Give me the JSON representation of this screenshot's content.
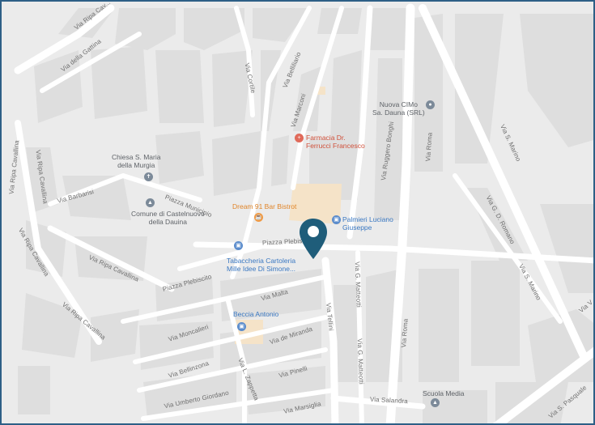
{
  "streets": {
    "via_ripa_cavallina_top": "Via Ripa Cav...",
    "via_della_gattina": "Via della Gattina",
    "via_cortile": "Via Cortile",
    "via_belliliario": "Via Belliliario",
    "via_marconi": "Via Marconi",
    "via_ruggero_bonghi": "Via Ruggero Bonghi",
    "via_roma_top": "Via Roma",
    "via_s_marino_top": "Via S. Marino",
    "via_g_d_romano": "Via G. D. Romano",
    "via_s_marino_right": "Via S. Marino",
    "via_ripa_cavallina_left1": "Via Ripa Cavallina",
    "via_ripa_cavallina_left2": "Via Ripa Cavallina",
    "via_ripa_cavallina_left3": "Via Ripa Cavallina",
    "via_ripa_cavallina_left4": "Via Ripa Cavallina",
    "via_barbarisi": "Via Barbarisi",
    "piazza_municipio": "Piazza Municipio",
    "via_ripa_cavallina_mid": "Via Ripa Cavallina",
    "piazza_plebiscito_1": "Piazza Plebiscito",
    "piazza_plebiscito_2": "Piazza Plebiscito",
    "via_malta": "Via Malta",
    "via_moncalieri": "Via Moncalieri",
    "via_de_miranda": "Via de Miranda",
    "via_bellinzona": "Via Bellinzona",
    "via_pinelli": "Via Pinelli",
    "via_l_zappetta": "Via L. Zappetta",
    "via_umberto_giordano": "Via Umberto Giordano",
    "via_marsiglia": "Via Marsiglia",
    "via_tellini": "Via Tellini",
    "via_g_matteotti_1": "Via G. Matteotti",
    "via_g_matteotti_2": "Via G. Matteotti",
    "via_roma_bottom": "Via Roma",
    "via_salandra": "Via Salandra",
    "via_s_pasquale": "Via S. Pasquale",
    "via_v": "Via V"
  },
  "pois": {
    "nuova_cimo": {
      "name": "Nuova CIMo\nSa. Dauna (SRL)",
      "icon": "map-marker-icon"
    },
    "farmacia": {
      "name": "Farmacia Dr.\nFerrucci Francesco",
      "icon": "pharmacy-icon"
    },
    "chiesa": {
      "name": "Chiesa S. Maria\ndella Murgia",
      "icon": "church-icon"
    },
    "comune": {
      "name": "Comune di Castelnuovo\ndella Dauina",
      "icon": "government-icon"
    },
    "dream91": {
      "name": "Dream 91 Bar Bistrot",
      "icon": "cafe-icon"
    },
    "palmieri": {
      "name": "Palmieri Luciano\nGiuseppe",
      "icon": "shop-icon"
    },
    "tabaccheria": {
      "name": "Tabaccheria Cartoleria\nMille Idee Di Simone...",
      "icon": "shop-icon"
    },
    "beccia": {
      "name": "Beccia Antonio",
      "icon": "shop-icon"
    },
    "scuola": {
      "name": "Scuola Media",
      "icon": "school-icon"
    }
  },
  "colors": {
    "map_background": "#ebebeb",
    "road": "#ffffff",
    "selected_marker": "#1f5d7a",
    "poi_blue": "#3a78c2",
    "poi_red": "#d0503a",
    "poi_orange": "#e0852a",
    "frame_border": "#2d5f86"
  },
  "marker": {
    "icon": "location-pin-icon"
  }
}
